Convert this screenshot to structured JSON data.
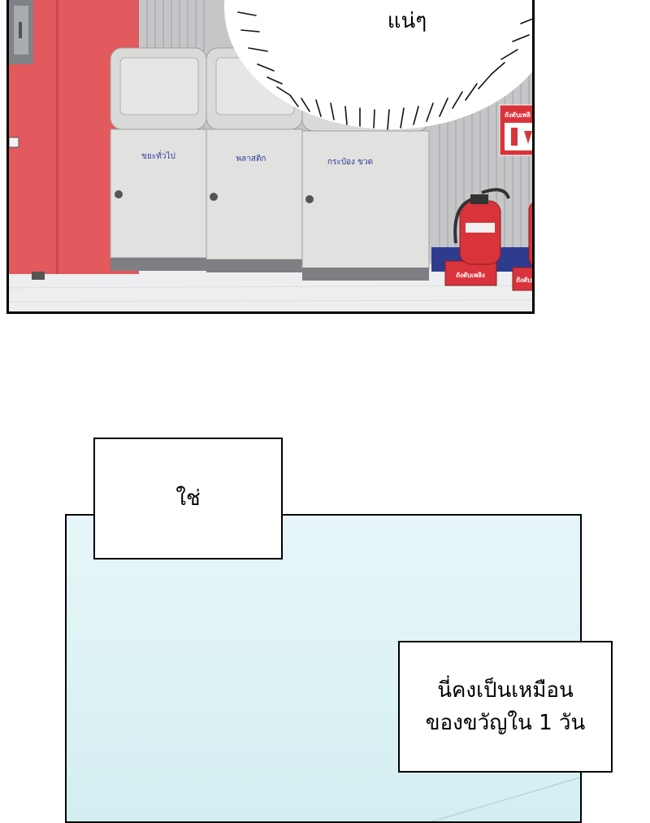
{
  "top_panel": {
    "speech_lines": [
      "แน่ๆ"
    ],
    "bins": [
      {
        "label": "ขยะทั่วไป"
      },
      {
        "label": "พลาสติก"
      },
      {
        "label": "กระป๋อง ขวด"
      }
    ],
    "extinguisher_labels": [
      "ถังดับเพลิง",
      "ถังดับเพลิง"
    ],
    "wall_sign": "ถังดับเพลิ"
  },
  "captions": {
    "yes": "ใช่",
    "day_lines": [
      "นี่คงเป็นเหมือน",
      "ของขวัญใน 1 วัน"
    ]
  },
  "colors": {
    "locker_red": "#e25a5e",
    "bin_gray": "#e1e2e0",
    "floor": "#eceeef",
    "wall": "#c9cacc",
    "panel_blue": "#dcf2f5"
  }
}
